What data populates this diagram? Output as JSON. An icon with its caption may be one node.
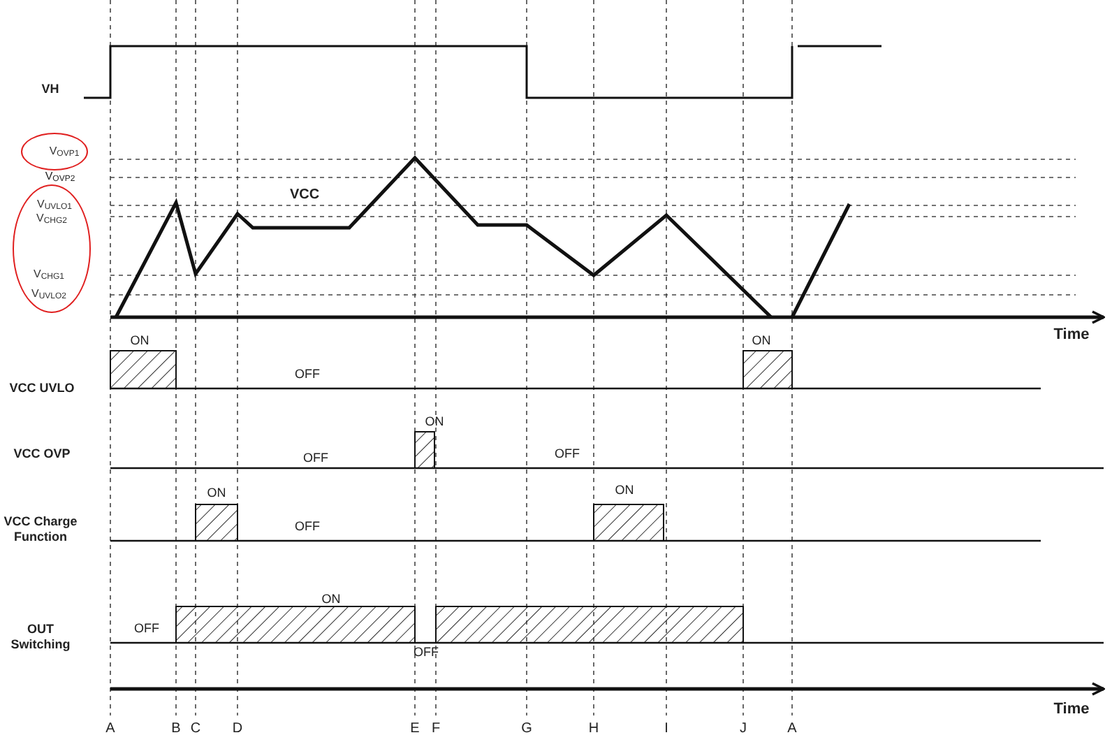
{
  "diagram": {
    "nodes": [
      {
        "text": [
          "V$_{OVP1}$"
        ]
      },
      {
        "text": [
          "V$_{UVLO1}$",
          "V$_{CHG2}$",
          "V$_{CHG1}$",
          "V$_{UVLO2}$"
        ]
      }
    ],
    "labels": [
      "VH",
      "V$_{OVP2}$",
      "VCC",
      "Time",
      "ON",
      "ON",
      "VCC UVLO",
      "OFF",
      "ON",
      "VCC OVP",
      "OFF",
      "OFF",
      "ON",
      "ON",
      "VCC Charge Function",
      "OFF",
      "ON",
      "OUT Switching",
      "OFF",
      "OFF",
      "Time",
      "A",
      "B",
      "C",
      "D",
      "E",
      "F",
      "G",
      "H",
      "I",
      "J",
      "A"
    ]
  }
}
